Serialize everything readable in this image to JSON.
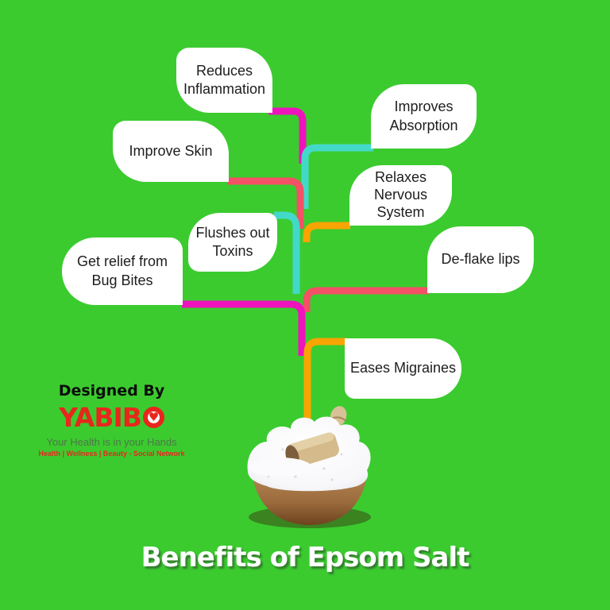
{
  "title": {
    "text": "Benefits of Epsom Salt"
  },
  "bubbles": [
    {
      "id": "reduces-inflammation",
      "lines": [
        "Reduces",
        "Inflammation"
      ]
    },
    {
      "id": "improves-absorption",
      "lines": [
        "Improves",
        "Absorption"
      ]
    },
    {
      "id": "improve-skin",
      "lines": [
        "Improve Skin"
      ]
    },
    {
      "id": "relaxes-nervous-system",
      "lines": [
        "Relaxes",
        "Nervous",
        "System"
      ]
    },
    {
      "id": "flushes-out-toxins",
      "lines": [
        "Flushes out",
        "Toxins"
      ]
    },
    {
      "id": "get-relief-from-bug-bites",
      "lines": [
        "Get relief from",
        "Bug Bites"
      ]
    },
    {
      "id": "de-flake-lips",
      "lines": [
        "De-flake lips"
      ]
    },
    {
      "id": "eases-migraines",
      "lines": [
        "Eases Migraines"
      ]
    }
  ],
  "credit": {
    "designed_by": "Designed By",
    "brand_prefix": "YABIB",
    "brand_heart": "♥",
    "tagline": "Your Health is in your Hands",
    "categories": "Health | Wellness | Beauty - Social Network"
  },
  "icons": {
    "heart": "heart-icon",
    "bowl": "salt-bowl-illustration"
  },
  "colors": {
    "background": "#3bcb2f",
    "magenta": "#ee13bc",
    "cyan": "#43d9c8",
    "pink_red": "#f45066",
    "orange": "#f8a402",
    "bubble_bg": "#ffffff",
    "bubble_text": "#1d1d1d",
    "title_text": "#ffffff",
    "brand_red": "#e8261d",
    "tagline_green": "#4e7747"
  }
}
